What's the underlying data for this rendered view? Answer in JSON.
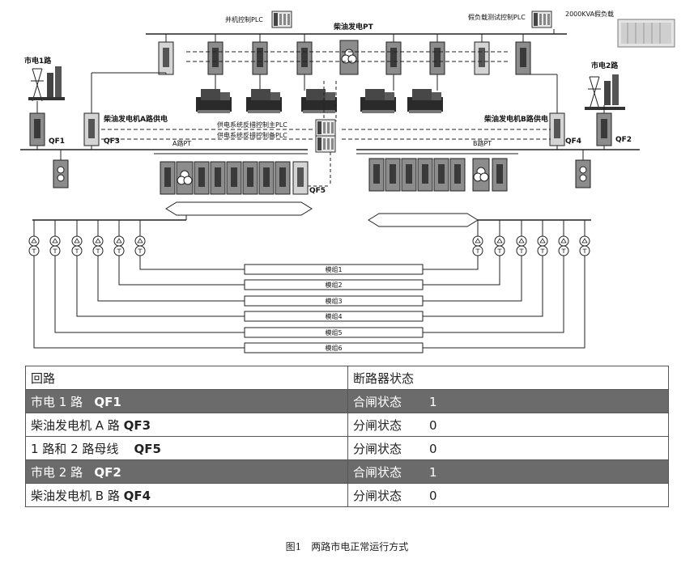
{
  "diagram": {
    "labels": {
      "parallel_plc": "并机控制PLC",
      "diesel_pt": "柴油发电PT",
      "dummy_load_plc": "假负载测试控制PLC",
      "dummy_load": "2000KVA假负载",
      "grid1": "市电1路",
      "grid2": "市电2路",
      "diesel_a_supply": "柴油发电机A路供电",
      "diesel_b_supply": "柴油发电机B路供电",
      "main_plc": "供电系统反措控制主PLC",
      "backup_plc": "供电系统反措控制备PLC",
      "a_pt": "A路PT",
      "b_pt": "B路PT",
      "qf1": "QF1",
      "qf2": "QF2",
      "qf3": "QF3",
      "qf4": "QF4",
      "qf5": "QF5"
    },
    "modules": [
      "模组1",
      "模组2",
      "模组3",
      "模组4",
      "模组5",
      "模组6"
    ]
  },
  "table": {
    "header": {
      "circuit": "回路",
      "state": "断路器状态"
    },
    "rows": [
      {
        "circuit": "市电 1 路",
        "breaker": "QF1",
        "state": "合闸状态",
        "code": "1",
        "highlight": true
      },
      {
        "circuit": "柴油发电机 A 路",
        "breaker": "QF3",
        "state": "分闸状态",
        "code": "0",
        "highlight": false
      },
      {
        "circuit": "1 路和 2 路母线",
        "breaker": "QF5",
        "state": "分闸状态",
        "code": "0",
        "highlight": false
      },
      {
        "circuit": "市电 2 路",
        "breaker": "QF2",
        "state": "合闸状态",
        "code": "1",
        "highlight": true
      },
      {
        "circuit": "柴油发电机 B 路",
        "breaker": "QF4",
        "state": "分闸状态",
        "code": "0",
        "highlight": false
      }
    ]
  },
  "caption": "图1　两路市电正常运行方式",
  "colors": {
    "cabinet": "#8c8c8c",
    "cabinet_light": "#d4d4d4",
    "highlight_row": "#6b6b6b",
    "line": "#222222"
  }
}
